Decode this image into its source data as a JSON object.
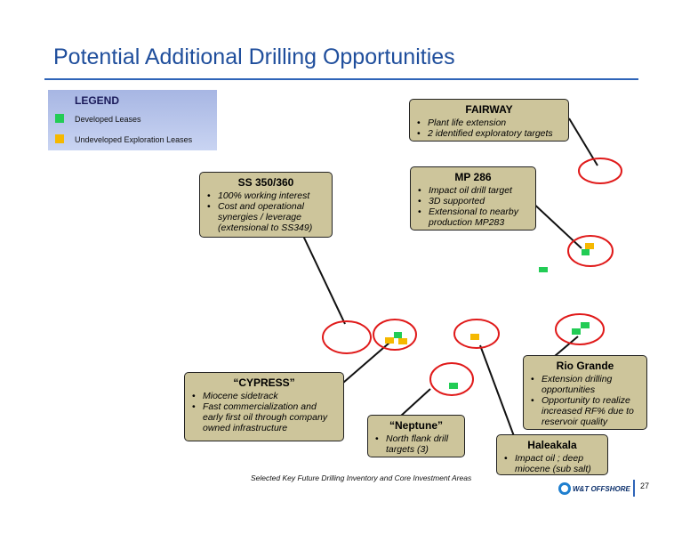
{
  "slide": {
    "title": "Potential Additional Drilling Opportunities",
    "caption": "Selected Key Future Drilling Inventory and Core Investment Areas",
    "page_number": "27",
    "logo_text": "W&T OFFSHORE"
  },
  "legend": {
    "title": "LEGEND",
    "items": [
      {
        "label": "Developed Leases",
        "color": "#22cc55"
      },
      {
        "label": "Undeveloped Exploration Leases",
        "color": "#f5b800"
      }
    ]
  },
  "colors": {
    "callout_bg": "#cdc59b",
    "circle": "#e01a1a",
    "accent": "#1f4e9c"
  },
  "callouts": {
    "fairway": {
      "title": "FAIRWAY",
      "bullets": [
        "Plant life extension",
        "2 identified exploratory targets"
      ]
    },
    "mp286": {
      "title": "MP 286",
      "bullets": [
        "Impact oil drill target",
        "3D supported",
        "Extensional to nearby production MP283"
      ]
    },
    "ss350": {
      "title": "SS 350/360",
      "bullets": [
        "100% working interest",
        "Cost and operational synergies / leverage (extensional to SS349)"
      ]
    },
    "cypress": {
      "title": "“CYPRESS”",
      "bullets": [
        "Miocene sidetrack",
        "Fast commercialization and early first oil through company owned infrastructure"
      ]
    },
    "neptune": {
      "title": "“Neptune”",
      "bullets": [
        "North flank drill targets (3)"
      ]
    },
    "haleakala": {
      "title": "Haleakala",
      "bullets": [
        "Impact oil ; deep miocene (sub salt)"
      ]
    },
    "riogrande": {
      "title": "Rio Grande",
      "bullets": [
        "Extension drilling opportunities",
        "Opportunity to realize increased RF% due to reservoir quality"
      ]
    }
  }
}
